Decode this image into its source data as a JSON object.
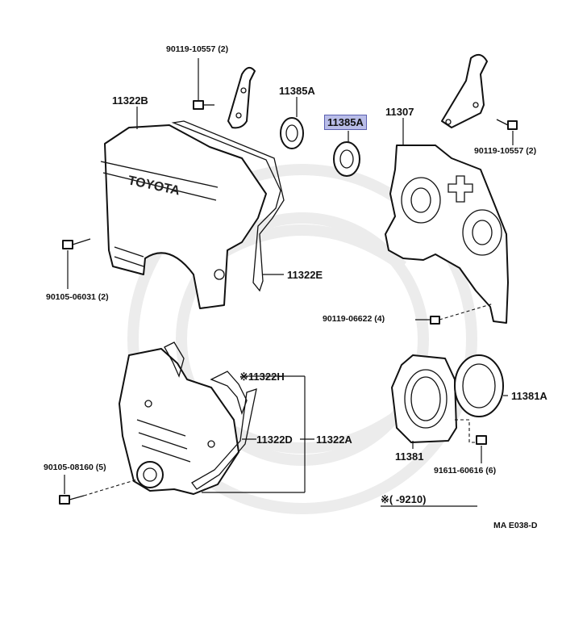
{
  "labels": {
    "bolt_top_left": "90119-10557 (2)",
    "cover_upper": "11322B",
    "seal_small": "11385A",
    "seal_highlighted": "11385A",
    "back_plate": "11307",
    "bolt_top_right": "90119-10557 (2)",
    "gasket_upper": "11322E",
    "bolt_left_mid": "90105-06031 (2)",
    "bolt_back_plate": "90119-06622 (4)",
    "gasket_h": "※11322H",
    "gasket_d": "11322D",
    "gasket_a": "11322A",
    "bolt_lower_left": "90105-08160 (5)",
    "oil_seal": "11381A",
    "retainer": "11381",
    "bolt_retainer": "91611-60616 (6)",
    "footnote": "※(     -9210)",
    "diagram_code": "MA E038-D",
    "cover_brand": "TOYOTA"
  },
  "highlight_color": "#b9bde8"
}
